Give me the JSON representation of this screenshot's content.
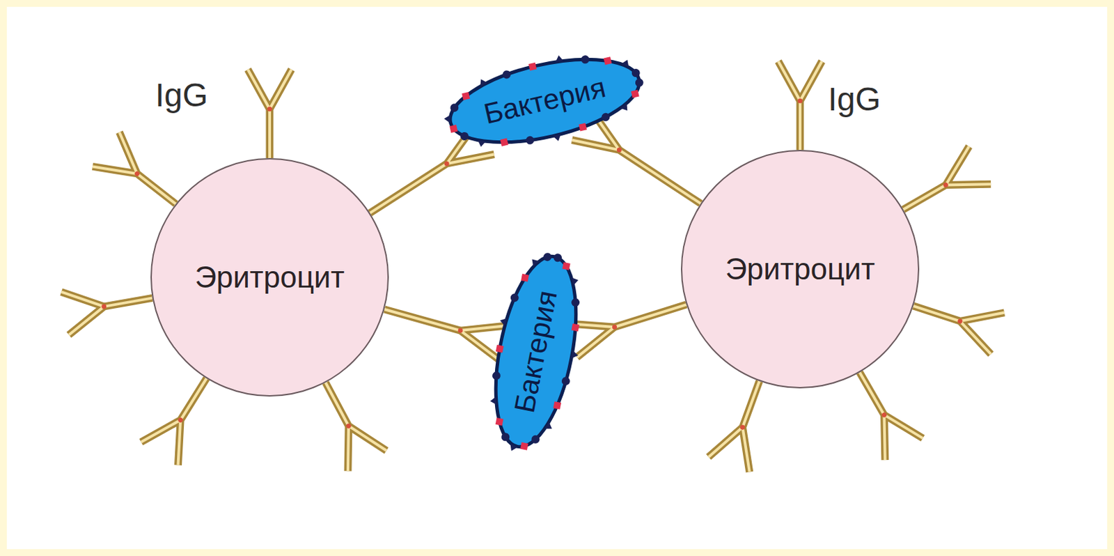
{
  "diagram": {
    "nodes": [
      {
        "text": [
          "Бактерия"
        ]
      },
      {
        "text": [
          "Эритроцит"
        ]
      },
      {
        "text": [
          "Эритроцит"
        ]
      },
      {
        "text": [
          "Бактерия"
        ]
      }
    ],
    "edges": [
      {
        "from": 1,
        "to": 0,
        "arrow": "none"
      },
      {
        "from": 2,
        "to": 0,
        "arrow": "none"
      },
      {
        "from": 1,
        "to": 3,
        "arrow": "none"
      },
      {
        "from": 2,
        "to": 3,
        "arrow": "none"
      }
    ],
    "labels": [
      "IgG",
      "IgG"
    ]
  }
}
